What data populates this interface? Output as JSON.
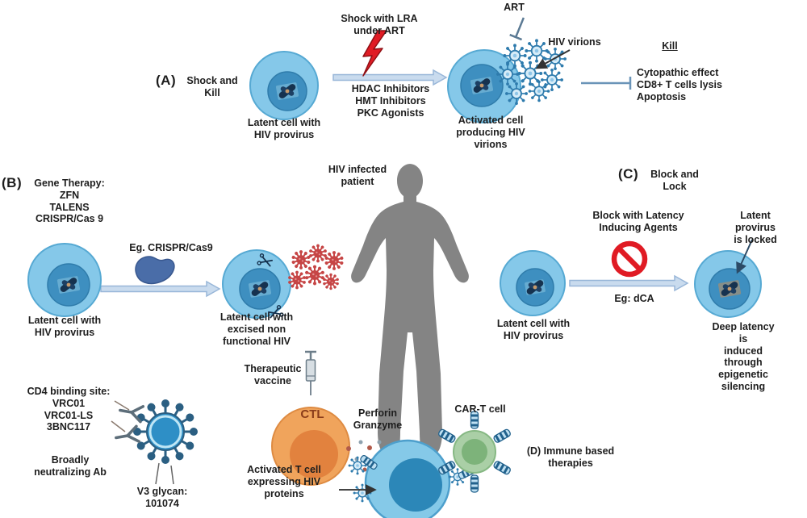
{
  "section_a": {
    "label": "(A)",
    "title": "Shock and\nKill",
    "shock_label": "Shock with LRA\nunder ART",
    "latent_caption": "Latent cell with\nHIV provirus",
    "arrow_drugs": "HDAC Inhibitors\nHMT Inhibitors\nPKC Agonists",
    "art_label": "ART",
    "hiv_virions_label": "HIV virions",
    "activated_caption": "Activated cell\nproducing HIV\nvirions",
    "kill_heading": "Kill",
    "kill_effects": "Cytopathic effect\nCD8+ T cells lysis\nApoptosis"
  },
  "section_b": {
    "label": "(B)",
    "title": "Gene Therapy:\nZFN\nTALENS\nCRISPR/Cas 9",
    "latent_caption": "Latent cell with\nHIV provirus",
    "arrow_label": "Eg. CRISPR/Cas9",
    "excised_caption": "Latent cell with\nexcised non\nfunctional HIV"
  },
  "patient": {
    "label": "HIV infected\npatient"
  },
  "section_c": {
    "label": "(C)",
    "title": "Block and\nLock",
    "block_label": "Block with Latency\nInducing Agents",
    "arrow_label": "Eg: dCA",
    "latent_caption": "Latent cell with\nHIV provirus",
    "locked_label": "Latent provirus\nis locked",
    "deep_latency_caption": "Deep latency is\ninduced through\nepigenetic\nsilencing"
  },
  "section_d": {
    "label": "(D) Immune based\ntherapies",
    "cd4_heading": "CD4 binding site:\nVRC01\nVRC01-LS\n3BNC117",
    "bnab_caption": "Broadly\nneutralizing Ab",
    "v3_caption": "V3 glycan:\n101074",
    "vaccine_label": "Therapeutic\nvaccine",
    "ctl_label": "CTL",
    "perforin_label": "Perforin\nGranzyme",
    "cart_label": "CAR-T cell",
    "activated_t_caption": "Activated T cell\nexpressing HIV\nproteins"
  },
  "colors": {
    "cell_body": "#85c8e9",
    "cell_nucleus": "#3e8fc0",
    "accent_red": "#e01b24",
    "arrow_fill": "#c9dbee",
    "silhouette_gray": "#848484",
    "ctl_orange": "#f0a45c",
    "cart_green": "#aacfa6",
    "virion_outline": "#2e7bad",
    "knob_navy": "#2b5f82"
  }
}
